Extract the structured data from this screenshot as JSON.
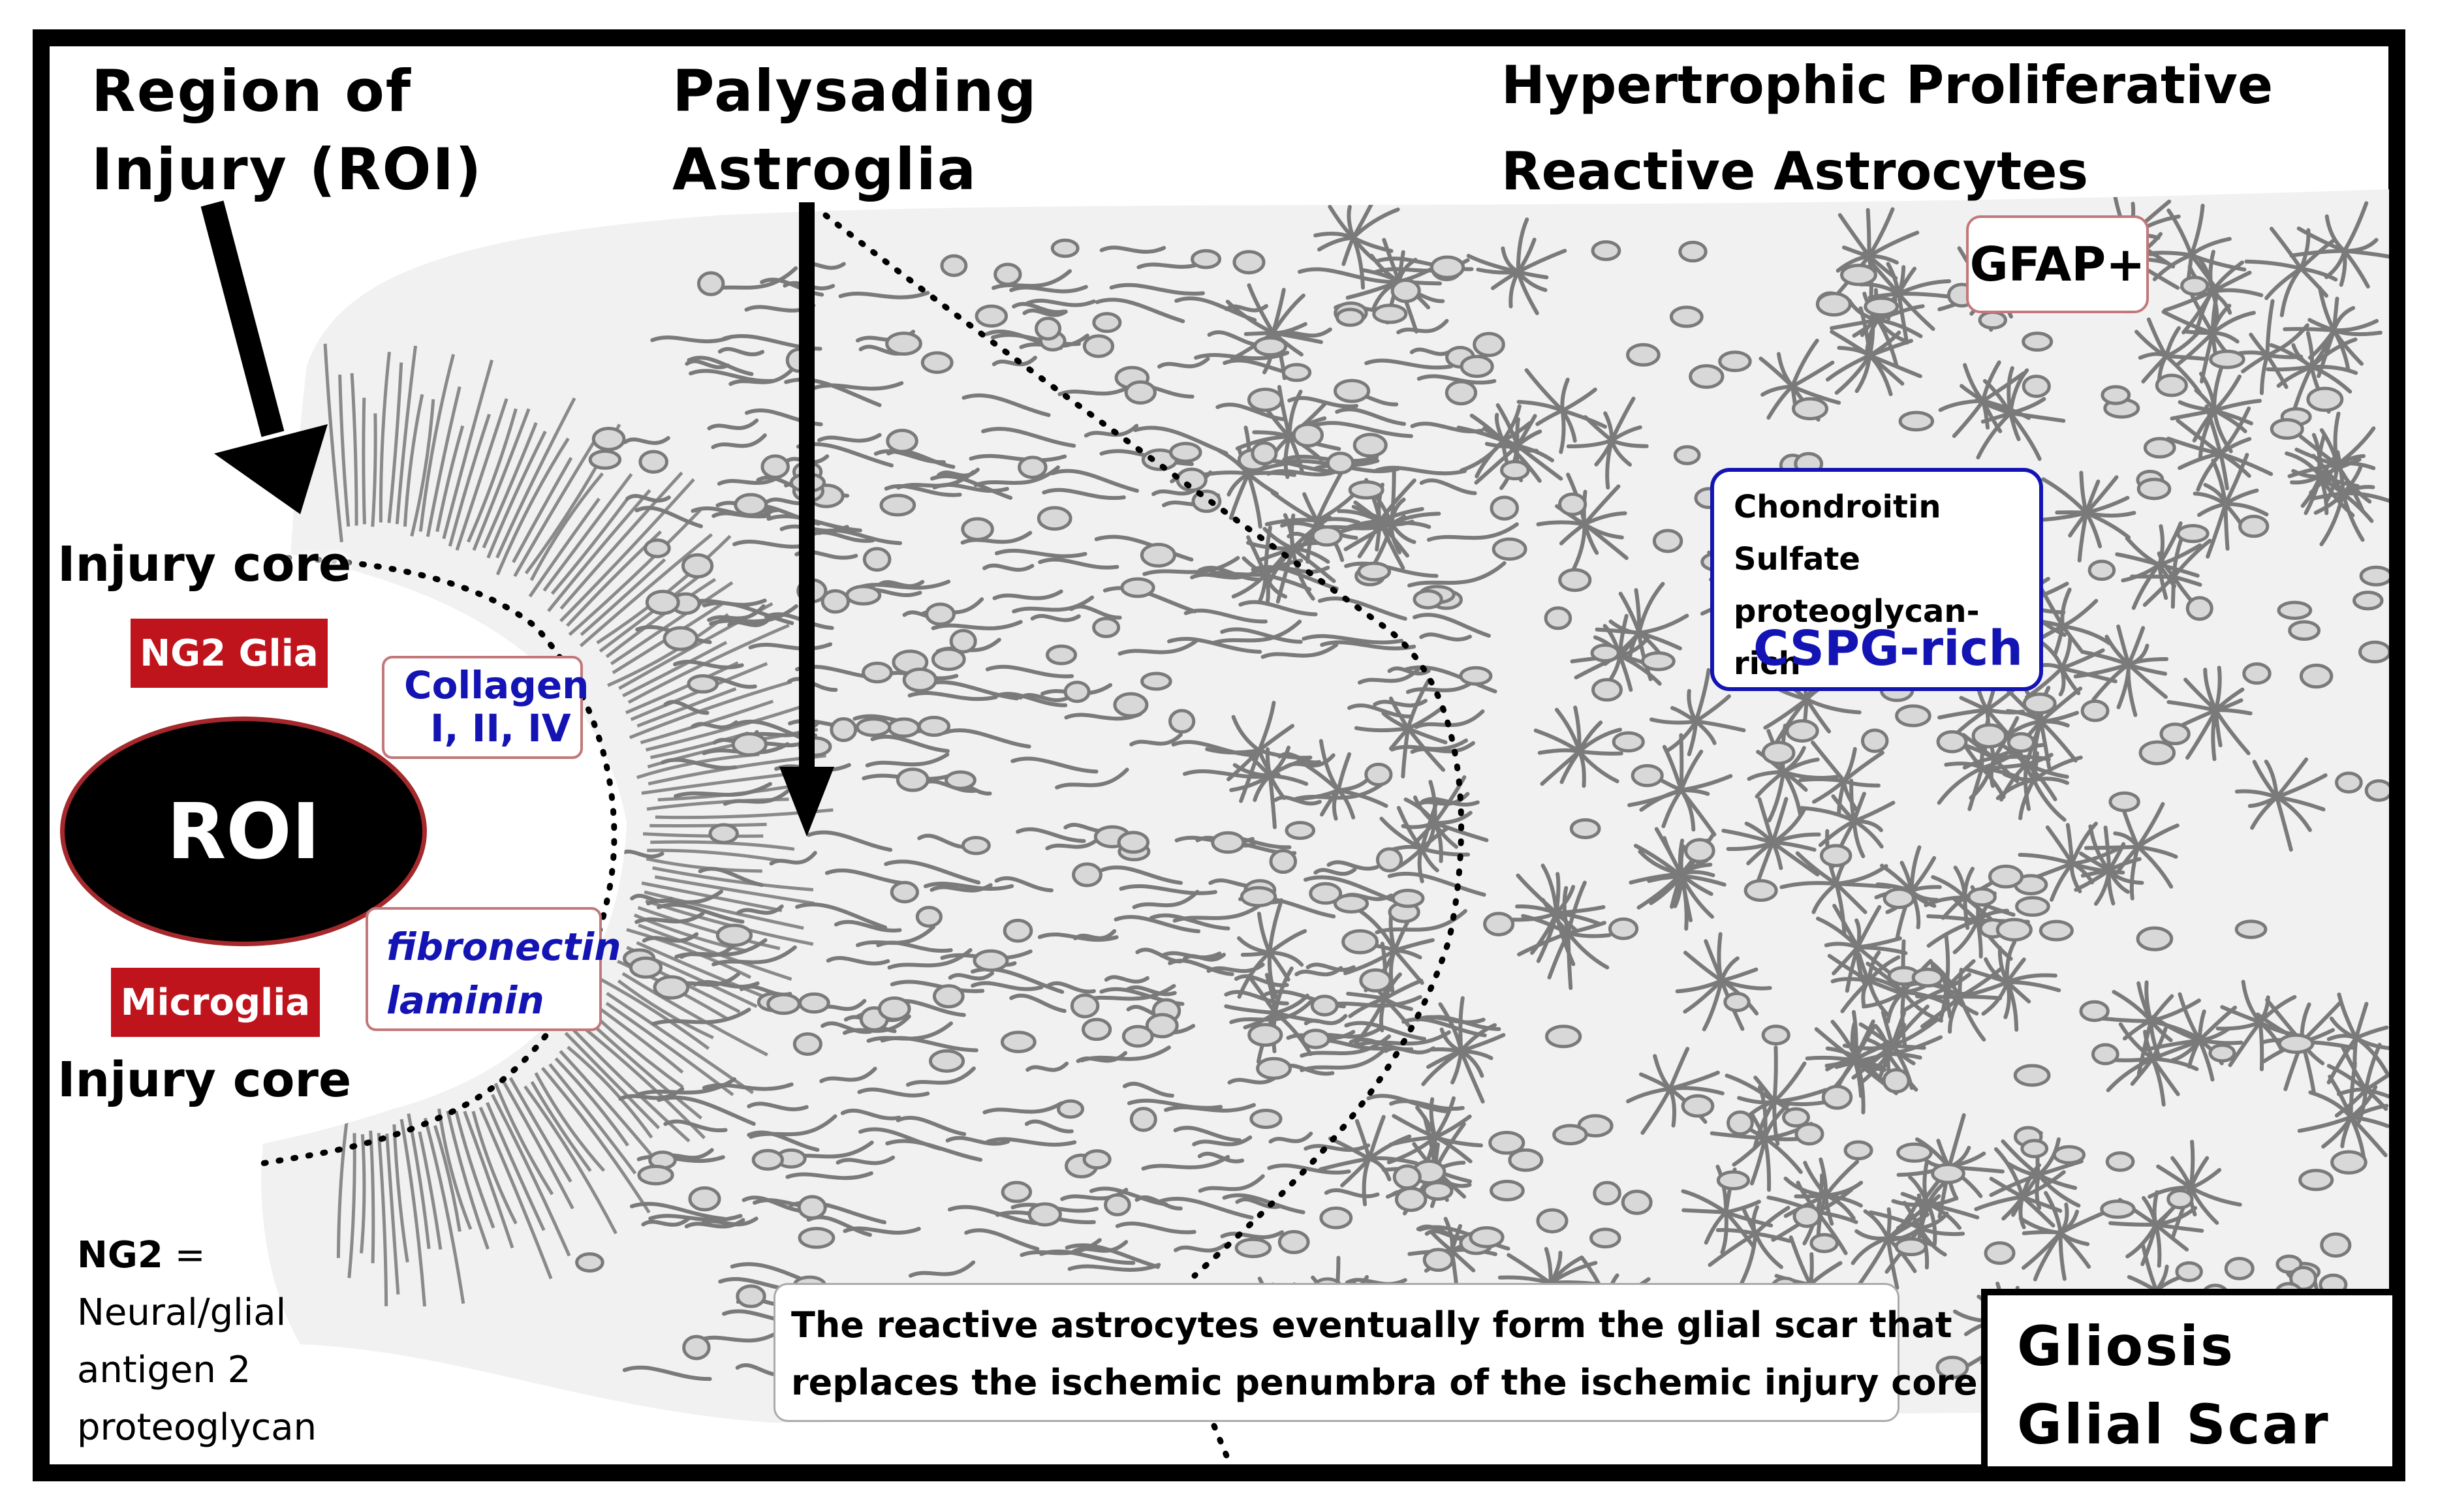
{
  "labels": {
    "region_of_injury_line1": "Region of",
    "region_of_injury_line2": "Injury (ROI)",
    "palysading_line1": "Palysading",
    "palysading_line2": "Astroglia",
    "hypertrophic_line1": "Hypertrophic Proliferative",
    "hypertrophic_line2": "Reactive Astrocytes",
    "gfap": "GFAP+",
    "injury_core_top": "Injury core",
    "injury_core_bottom": "Injury core",
    "ng2_glia": "NG2 Glia",
    "microglia": "Microglia",
    "roi": "ROI",
    "collagen_line1": "Collagen",
    "collagen_line2": "I, II, IV",
    "fibronectin": "fibronectin",
    "laminin": "laminin",
    "cspg_line1": "Chondroitin",
    "cspg_line2": "Sulfate",
    "cspg_line3": "proteoglycan-rich",
    "cspg_rich": "CSPG-rich",
    "ng2_def_line1": "NG2",
    "ng2_def_eq": " =",
    "ng2_def_line2": "Neural/glial",
    "ng2_def_line3": "antigen 2",
    "ng2_def_line4": "proteoglycan",
    "note_line1": "The reactive astrocytes eventually form the glial scar that",
    "note_line2": "replaces the ischemic penumbra of the ischemic injury core",
    "gliosis": "Gliosis",
    "glial_scar": "Glial Scar"
  },
  "colors": {
    "red_label": "#c0141c",
    "blue_text": "#1414b4",
    "tissue_gray": "#7a7a7a",
    "roi_border": "#a4282c"
  }
}
